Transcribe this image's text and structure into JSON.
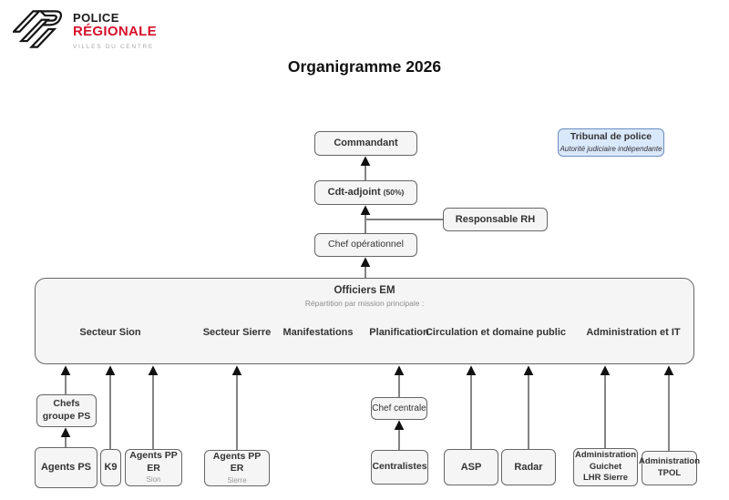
{
  "brand": {
    "name_line1": "POLICE",
    "name_line2": "RÉGIONALE",
    "tagline": "VILLES DU CENTRE",
    "accent_color": "#d6112b",
    "logo_icon": "stylized-r-monogram-icon"
  },
  "page_title": "Organigramme 2026",
  "tribunal": {
    "title": "Tribunal de police",
    "subtitle": "Autorité judiciaire indépendante",
    "fill_color": "#dae8fc",
    "border_color": "#6c8ebf"
  },
  "command_chain": {
    "commandant": "Commandant",
    "cdt_adjoint": "Cdt-adjoint",
    "cdt_adjoint_note": "(50%)",
    "responsable_rh": "Responsable RH",
    "chef_operationnel": "Chef opérationnel"
  },
  "officiers_em": {
    "title": "Officiers EM",
    "subtitle": "Répartition par mission principale :",
    "sections": [
      "Secteur Sion",
      "Secteur Sierre",
      "Manifestations",
      "Planification",
      "Circulation et domaine public",
      "Administration et IT"
    ]
  },
  "units": {
    "chefs_groupe_ps": "Chefs\ngroupe PS",
    "agents_ps": "Agents PS",
    "k9": "K9",
    "agents_pp_er_sion_title": "Agents PP\nER",
    "agents_pp_er_sion_sub": "Sion",
    "agents_pp_er_sierre_title": "Agents PP\nER",
    "agents_pp_er_sierre_sub": "Sierre",
    "chef_centrale": "Chef centrale",
    "centralistes": "Centralistes",
    "asp": "ASP",
    "radar": "Radar",
    "admin_guichet": "Administration\nGuichet\nLHR Sierre",
    "admin_tpol": "Administration\nTPOL"
  },
  "style": {
    "node_fill": "#f5f5f5",
    "node_border": "#666666",
    "text_color": "#333333",
    "connector_color": "#333333"
  }
}
